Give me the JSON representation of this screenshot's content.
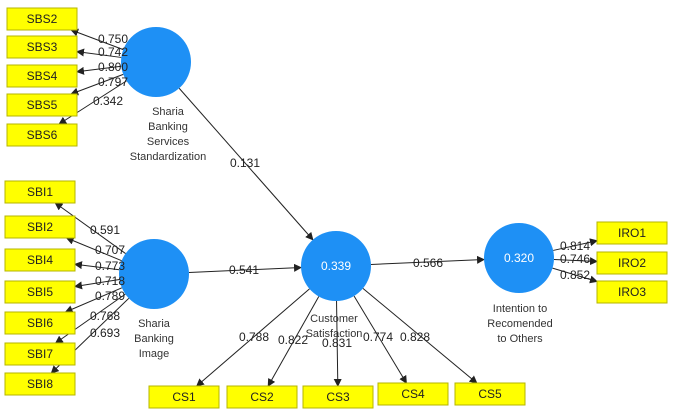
{
  "colors": {
    "latent_fill": "#1e90f5",
    "indicator_fill": "#ffff00",
    "indicator_stroke": "#b5b500",
    "arrow": "#222222"
  },
  "constructs": {
    "sbs": {
      "label": [
        "Sharia",
        "Banking",
        "Services",
        "Standardization"
      ],
      "value": "",
      "indicators": [
        "SBS2",
        "SBS3",
        "SBS4",
        "SBS5",
        "SBS6"
      ],
      "loadings": [
        "0.750",
        "0.742",
        "0.800",
        "0.797",
        "0.342"
      ]
    },
    "sbi": {
      "label": [
        "Sharia",
        "Banking",
        "Image"
      ],
      "value": "",
      "indicators": [
        "SBI1",
        "SBI2",
        "SBI4",
        "SBI5",
        "SBI6",
        "SBI7",
        "SBI8"
      ],
      "loadings": [
        "0.591",
        "0.707",
        "0.773",
        "0.718",
        "0.789",
        "0.768",
        "0.693"
      ]
    },
    "cs": {
      "label": [
        "Customer",
        "Satisfaction"
      ],
      "value": "0.339",
      "indicators": [
        "CS1",
        "CS2",
        "CS3",
        "CS4",
        "CS5"
      ],
      "loadings": [
        "0.788",
        "0.822",
        "0.831",
        "0.774",
        "0.828"
      ]
    },
    "iro": {
      "label": [
        "Intention to",
        "Recomended",
        "to Others"
      ],
      "value": "0.320",
      "indicators": [
        "IRO1",
        "IRO2",
        "IRO3"
      ],
      "loadings": [
        "0.814",
        "0.746",
        "0.852"
      ]
    }
  },
  "paths": [
    {
      "from": "sbs",
      "to": "cs",
      "coef": "0.131"
    },
    {
      "from": "sbi",
      "to": "cs",
      "coef": "0.541"
    },
    {
      "from": "cs",
      "to": "iro",
      "coef": "0.566"
    }
  ]
}
